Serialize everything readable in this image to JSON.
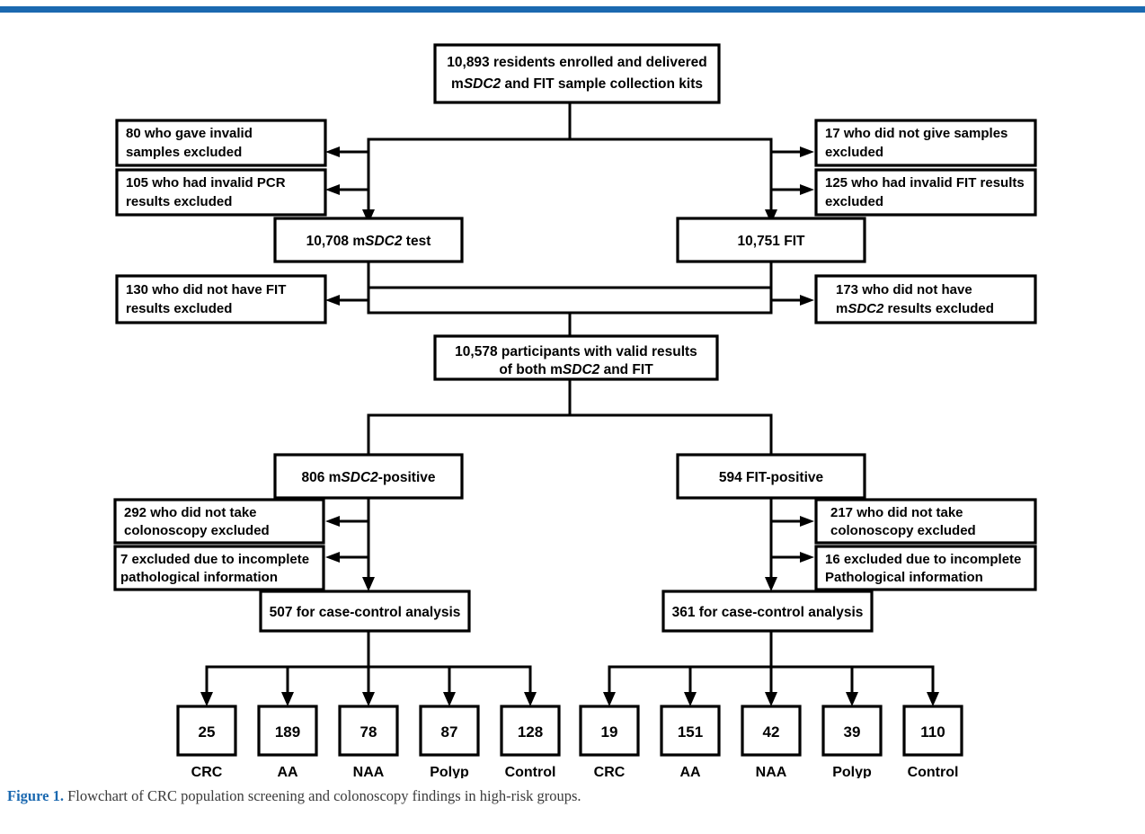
{
  "page": {
    "accent_color": "#1b69b0",
    "background": "#ffffff",
    "box_border_color": "#000000"
  },
  "caption": {
    "figure_number": "Figure 1.",
    "text": " Flowchart of CRC population screening and colonoscopy findings in high-risk groups."
  },
  "chart_data": {
    "type": "diagram",
    "subtype": "flowchart",
    "title": "Flowchart of CRC population screening and colonoscopy findings in high-risk groups",
    "nodes": {
      "enrolled": {
        "line1": "10,893 residents enrolled and delivered",
        "line2_a": "m",
        "line2_italic": "SDC2",
        "line2_b": " and FIT sample collection kits",
        "value": 10893
      },
      "excl_invalid_samples": {
        "line1": "80 who gave invalid",
        "line2": "samples excluded",
        "value": 80
      },
      "excl_invalid_pcr": {
        "line1": "105 who had invalid PCR",
        "line2": "results excluded",
        "value": 105
      },
      "excl_no_samples": {
        "line1": "17 who did not give samples",
        "line2": "excluded",
        "value": 17
      },
      "excl_invalid_fit": {
        "line1": "125 who had invalid FIT results",
        "line2": "excluded",
        "value": 125
      },
      "msdc2_test": {
        "pre": "10,708 m",
        "italic": "SDC2",
        "post": " test",
        "value": 10708
      },
      "fit_test": {
        "label": "10,751 FIT",
        "value": 10751
      },
      "excl_no_fit_results": {
        "line1": "130 who did not have FIT",
        "line2": "results excluded",
        "value": 130
      },
      "excl_no_msdc2_results": {
        "line1": "173 who did not have",
        "line2_a": "m",
        "line2_italic": "SDC2",
        "line2_b": " results excluded",
        "value": 173
      },
      "valid_both": {
        "line1": "10,578 participants with valid results",
        "line2_a": "of both m",
        "line2_italic": "SDC2",
        "line2_b": " and FIT",
        "value": 10578
      },
      "msdc2_positive": {
        "pre": "806 m",
        "italic": "SDC2",
        "post": "-positive",
        "value": 806
      },
      "fit_positive": {
        "label": "594 FIT-positive",
        "value": 594
      },
      "excl_no_colo_left": {
        "line1": "292 who did not take",
        "line2": "colonoscopy excluded",
        "value": 292
      },
      "excl_incomplete_left": {
        "line1": "7 excluded due to incomplete",
        "line2": "pathological information",
        "value": 7
      },
      "excl_no_colo_right": {
        "line1": "217 who did not take",
        "line2": "colonoscopy excluded",
        "value": 217
      },
      "excl_incomplete_right": {
        "line1": "16 excluded due to incomplete",
        "line2": "Pathological information",
        "value": 16
      },
      "case_control_left": {
        "label": "507 for case-control analysis",
        "value": 507
      },
      "case_control_right": {
        "label": "361 for case-control analysis",
        "value": 361
      }
    },
    "outcomes_left": {
      "parent": "507 for case-control analysis",
      "categories": [
        "CRC",
        "AA",
        "NAA",
        "Polyp",
        "Control"
      ],
      "values": [
        25,
        189,
        78,
        87,
        128
      ],
      "value_labels": [
        "25",
        "189",
        "78",
        "87",
        "128"
      ]
    },
    "outcomes_right": {
      "parent": "361 for case-control analysis",
      "categories": [
        "CRC",
        "AA",
        "NAA",
        "Polyp",
        "Control"
      ],
      "values": [
        19,
        151,
        42,
        39,
        110
      ],
      "value_labels": [
        "19",
        "151",
        "42",
        "39",
        "110"
      ]
    }
  }
}
